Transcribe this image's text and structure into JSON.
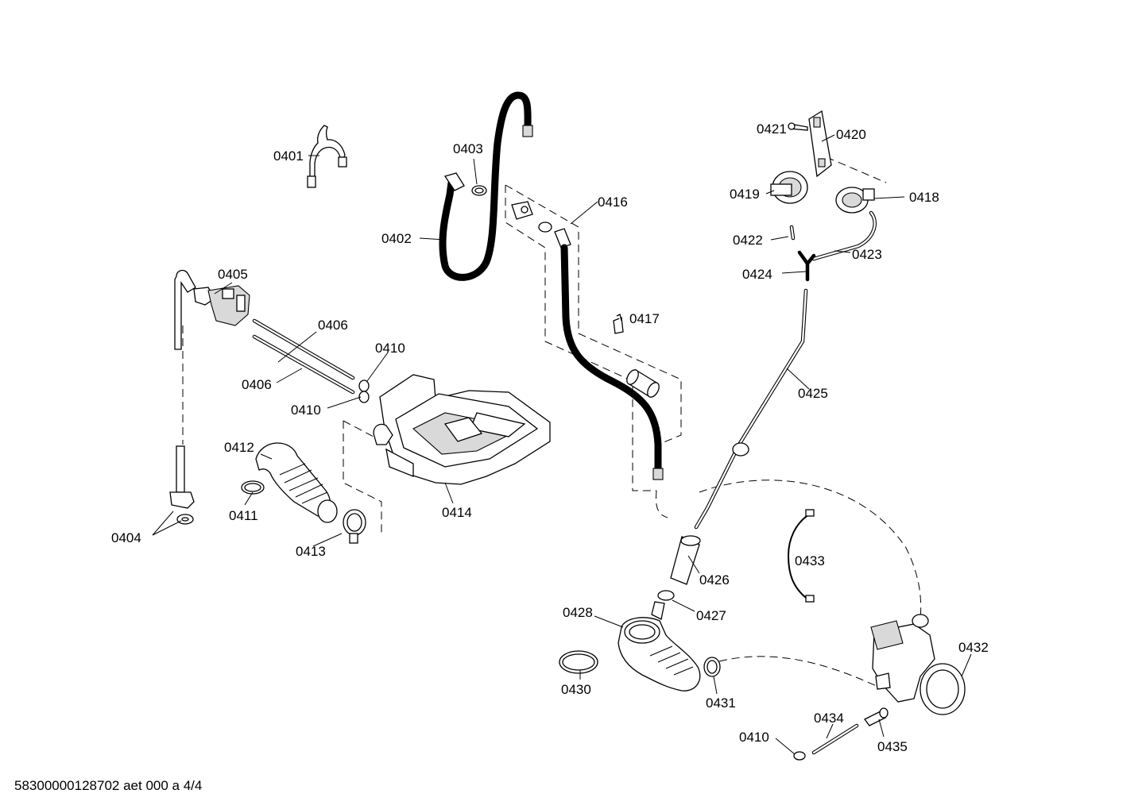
{
  "labels": [
    {
      "text": "0401"
    },
    {
      "text": "0402"
    },
    {
      "text": "0403"
    },
    {
      "text": "0404"
    },
    {
      "text": "0405"
    },
    {
      "text": "0406"
    },
    {
      "text": "0406"
    },
    {
      "text": "0410"
    },
    {
      "text": "0410"
    },
    {
      "text": "0411"
    },
    {
      "text": "0412"
    },
    {
      "text": "0413"
    },
    {
      "text": "0414"
    },
    {
      "text": "0416"
    },
    {
      "text": "0417"
    },
    {
      "text": "0418"
    },
    {
      "text": "0419"
    },
    {
      "text": "0420"
    },
    {
      "text": "0421"
    },
    {
      "text": "0422"
    },
    {
      "text": "0423"
    },
    {
      "text": "0424"
    },
    {
      "text": "0425"
    },
    {
      "text": "0426"
    },
    {
      "text": "0427"
    },
    {
      "text": "0428"
    },
    {
      "text": "0430"
    },
    {
      "text": "0431"
    },
    {
      "text": "0432"
    },
    {
      "text": "0433"
    },
    {
      "text": "0434"
    },
    {
      "text": "0435"
    },
    {
      "text": "0410"
    }
  ],
  "footer": "58300000128702 aet 000 a 4/4"
}
